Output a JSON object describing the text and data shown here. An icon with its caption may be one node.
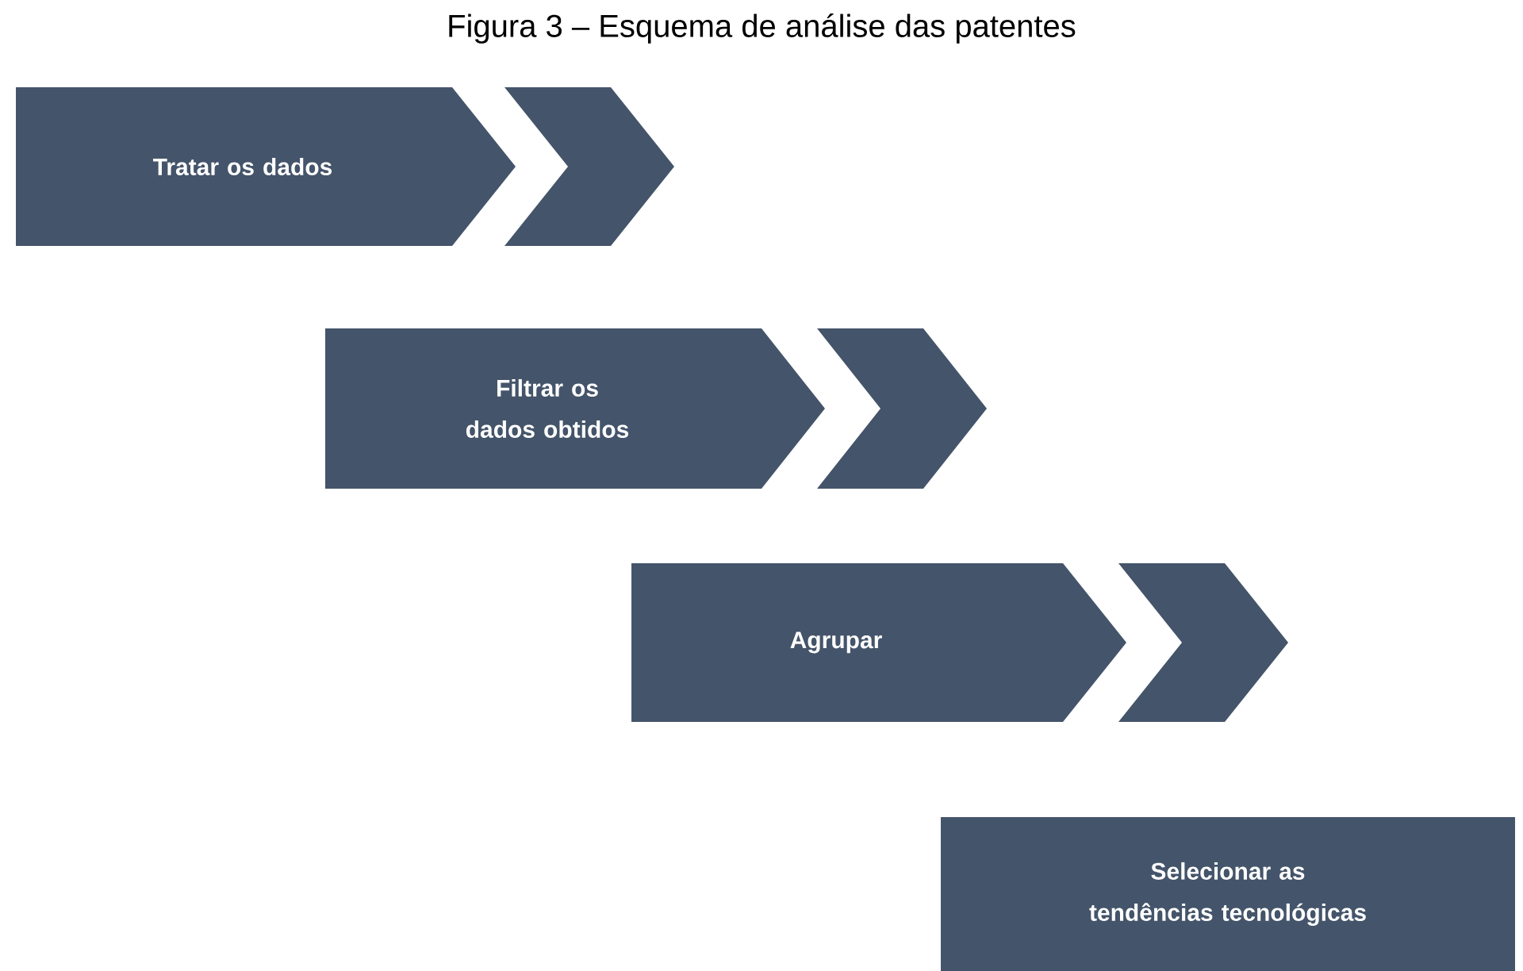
{
  "diagram": {
    "title": "Figura 3 – Esquema de análise das patentes",
    "nodes": [
      {
        "text": [
          "Tratar os dados"
        ]
      },
      {
        "text": [
          "Filtrar os dados obtidos"
        ]
      },
      {
        "text": [
          "Agrupar"
        ]
      },
      {
        "text": [
          "Selecionar as tendências tecnológicas"
        ]
      }
    ]
  }
}
